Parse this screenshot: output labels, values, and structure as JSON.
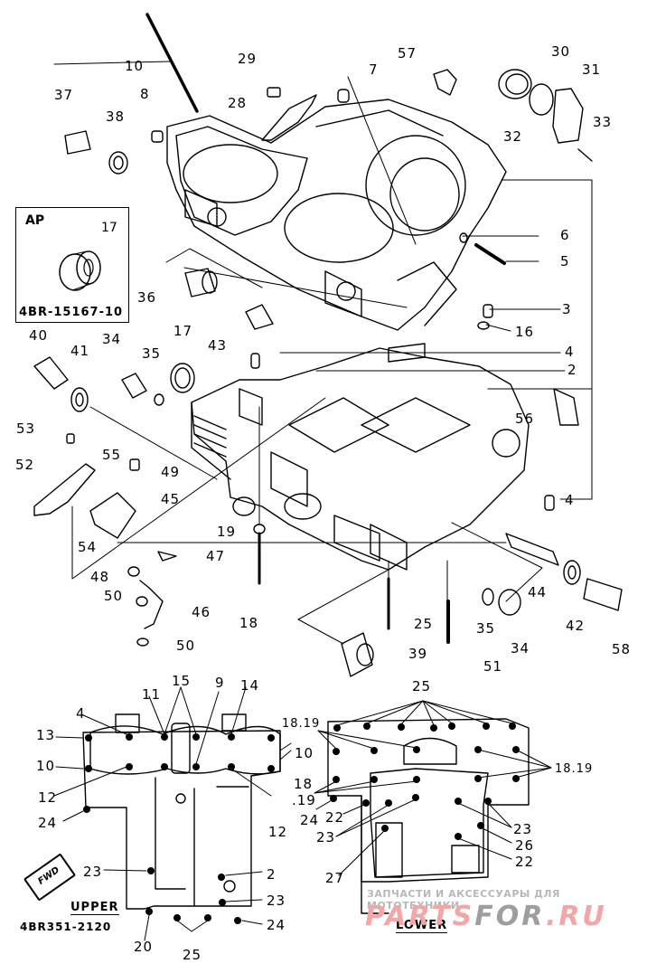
{
  "diagram": {
    "title": "Crankcase exploded view",
    "inset": {
      "title": "AP",
      "part_number": "17",
      "code": "4BR-15167-10"
    },
    "callouts": [
      {
        "id": "c10",
        "text": "10"
      },
      {
        "id": "c29",
        "text": "29"
      },
      {
        "id": "c28",
        "text": "28"
      },
      {
        "id": "c7",
        "text": "7"
      },
      {
        "id": "c57",
        "text": "57"
      },
      {
        "id": "c30",
        "text": "30"
      },
      {
        "id": "c31",
        "text": "31"
      },
      {
        "id": "c32",
        "text": "32"
      },
      {
        "id": "c33",
        "text": "33"
      },
      {
        "id": "c37",
        "text": "37"
      },
      {
        "id": "c38",
        "text": "38"
      },
      {
        "id": "c8",
        "text": "8"
      },
      {
        "id": "c6",
        "text": "6"
      },
      {
        "id": "c5",
        "text": "5"
      },
      {
        "id": "c36",
        "text": "36"
      },
      {
        "id": "c3",
        "text": "3"
      },
      {
        "id": "c16",
        "text": "16"
      },
      {
        "id": "c43",
        "text": "43"
      },
      {
        "id": "c4a",
        "text": "4"
      },
      {
        "id": "c2",
        "text": "2"
      },
      {
        "id": "c40",
        "text": "40"
      },
      {
        "id": "c41",
        "text": "41"
      },
      {
        "id": "c34a",
        "text": "34"
      },
      {
        "id": "c35a",
        "text": "35"
      },
      {
        "id": "c17",
        "text": "17"
      },
      {
        "id": "c56",
        "text": "56"
      },
      {
        "id": "c53",
        "text": "53"
      },
      {
        "id": "c55",
        "text": "55"
      },
      {
        "id": "c49",
        "text": "49"
      },
      {
        "id": "c52",
        "text": "52"
      },
      {
        "id": "c45",
        "text": "45"
      },
      {
        "id": "c54",
        "text": "54"
      },
      {
        "id": "c4b",
        "text": "4"
      },
      {
        "id": "c19",
        "text": "19"
      },
      {
        "id": "c47",
        "text": "47"
      },
      {
        "id": "c48",
        "text": "48"
      },
      {
        "id": "c44",
        "text": "44"
      },
      {
        "id": "c50a",
        "text": "50"
      },
      {
        "id": "c46",
        "text": "46"
      },
      {
        "id": "c18",
        "text": "18"
      },
      {
        "id": "c25a",
        "text": "25"
      },
      {
        "id": "c35b",
        "text": "35"
      },
      {
        "id": "c34b",
        "text": "34"
      },
      {
        "id": "c42",
        "text": "42"
      },
      {
        "id": "c58",
        "text": "58"
      },
      {
        "id": "c50b",
        "text": "50"
      },
      {
        "id": "c39",
        "text": "39"
      },
      {
        "id": "c51",
        "text": "51"
      }
    ],
    "upper": {
      "title": "UPPER",
      "code": "4BR351-2120",
      "fwd_label": "FWD",
      "callouts": [
        {
          "id": "u15",
          "text": "15"
        },
        {
          "id": "u9",
          "text": "9"
        },
        {
          "id": "u14",
          "text": "14"
        },
        {
          "id": "u11",
          "text": "11"
        },
        {
          "id": "u4",
          "text": "4"
        },
        {
          "id": "u13",
          "text": "13"
        },
        {
          "id": "u10a",
          "text": "10"
        },
        {
          "id": "u10b",
          "text": "10"
        },
        {
          "id": "u12a",
          "text": "12"
        },
        {
          "id": "u12b",
          "text": "12"
        },
        {
          "id": "u24a",
          "text": "24"
        },
        {
          "id": "u23a",
          "text": "23"
        },
        {
          "id": "u2",
          "text": "2"
        },
        {
          "id": "u23b",
          "text": "23"
        },
        {
          "id": "u24b",
          "text": "24"
        },
        {
          "id": "u20",
          "text": "20"
        },
        {
          "id": "u25",
          "text": "25"
        }
      ]
    },
    "lower": {
      "title": "LOWER",
      "callouts": [
        {
          "id": "l25",
          "text": "25"
        },
        {
          "id": "l1819a",
          "text": "18.19"
        },
        {
          "id": "l1819b",
          "text": "18.19"
        },
        {
          "id": "l18",
          "text": "18"
        },
        {
          "id": "l19",
          "text": ".19"
        },
        {
          "id": "l24",
          "text": "24"
        },
        {
          "id": "l22a",
          "text": "22"
        },
        {
          "id": "l23a",
          "text": "23"
        },
        {
          "id": "l23b",
          "text": "23"
        },
        {
          "id": "l26",
          "text": "26"
        },
        {
          "id": "l22b",
          "text": "22"
        },
        {
          "id": "l27",
          "text": "27"
        }
      ]
    },
    "watermark": {
      "tagline": "ЗАПЧАСТИ И АКСЕССУАРЫ ДЛЯ МОТОТЕХНИКИ",
      "brand_a": "PARTS",
      "brand_b": "FOR",
      "brand_c": ".RU"
    }
  }
}
